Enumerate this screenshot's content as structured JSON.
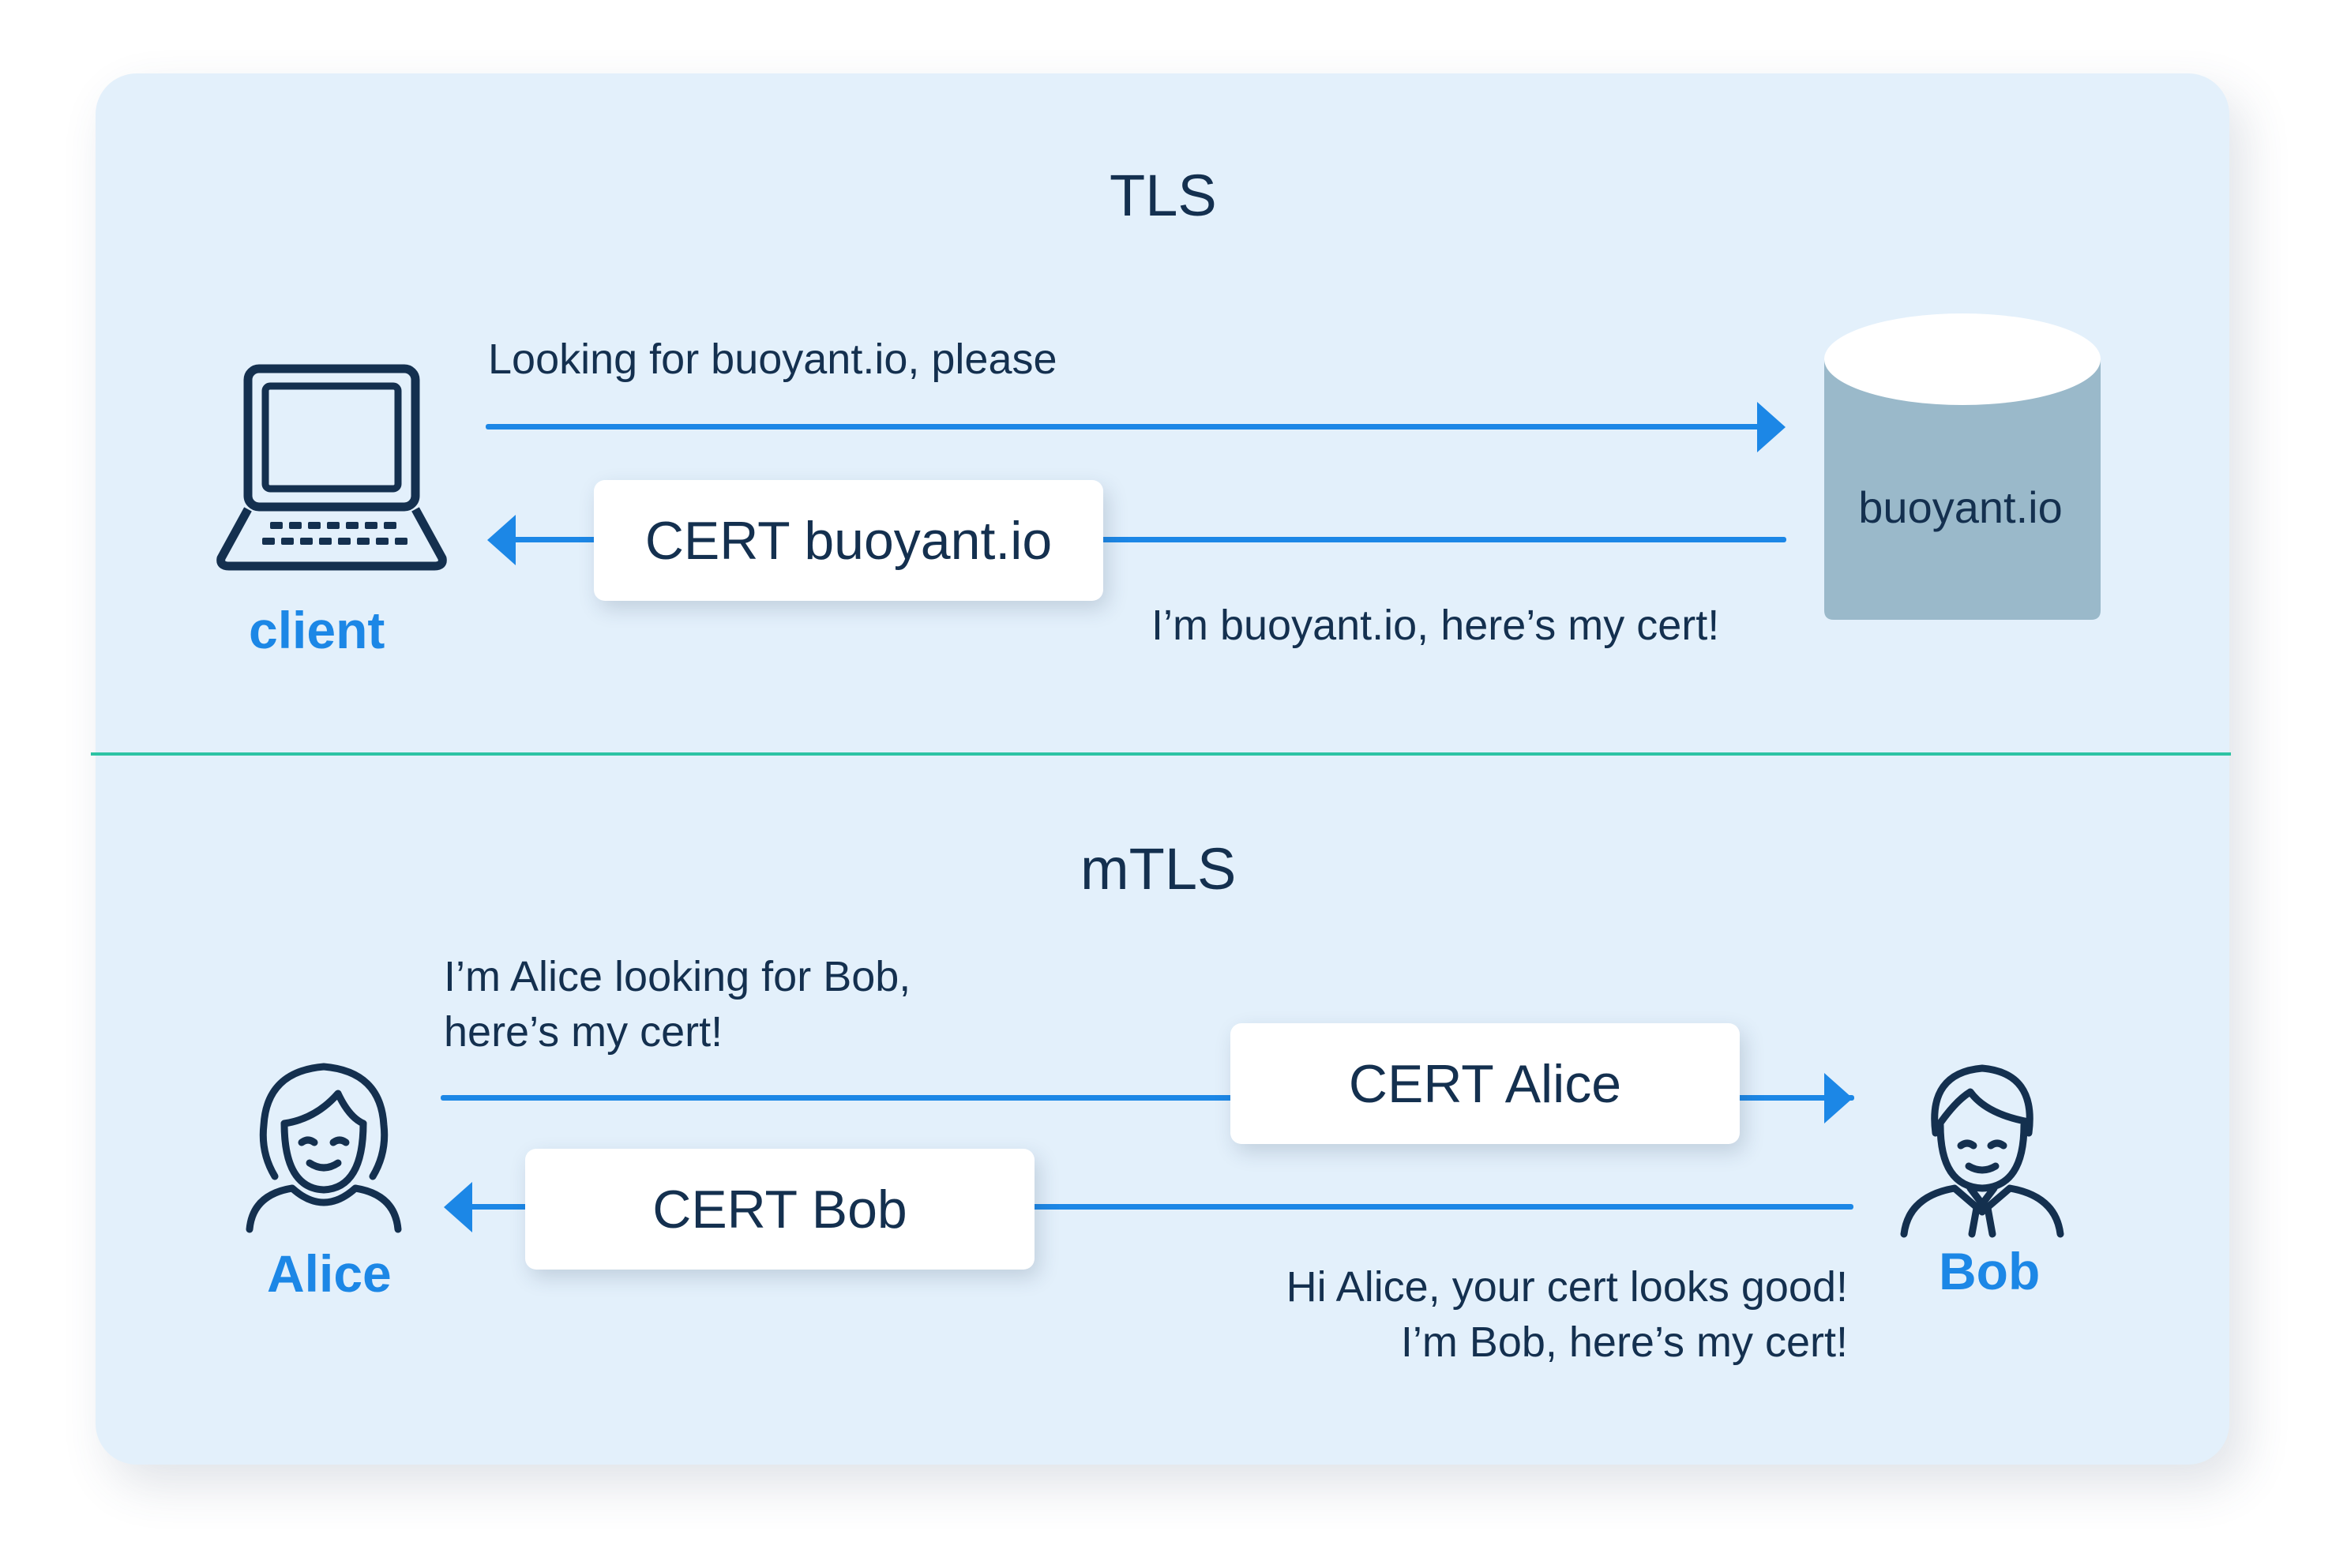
{
  "tls": {
    "heading": "TLS",
    "client_label": "client",
    "server_label": "buoyant.io",
    "request_text": "Looking for buoyant.io, please",
    "cert_label": "CERT buoyant.io",
    "response_text": "I’m buoyant.io, here’s my cert!"
  },
  "mtls": {
    "heading": "mTLS",
    "alice_label": "Alice",
    "bob_label": "Bob",
    "request_text_line1": "I’m Alice looking for Bob,",
    "request_text_line2": "here’s my cert!",
    "alice_cert_label": "CERT Alice",
    "bob_cert_label": "CERT Bob",
    "response_text_line1": "Hi Alice, your cert looks good!",
    "response_text_line2": "I’m Bob, here’s my cert!"
  },
  "icons": {
    "client": "laptop-icon",
    "server": "server-cylinder-icon",
    "alice": "woman-avatar-icon",
    "bob": "man-avatar-icon"
  },
  "colors": {
    "panel": "#e3f0fb",
    "divider": "#2dc3a4",
    "accent": "#1c87e6",
    "text": "#14304f",
    "server": "#9ab9ca"
  }
}
